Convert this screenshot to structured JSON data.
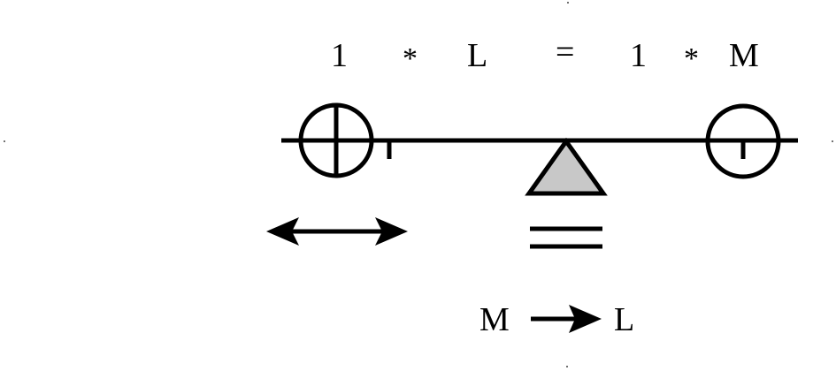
{
  "equation": {
    "left_coeff": "1",
    "left_op": "*",
    "left_var": "L",
    "equals": "=",
    "right_coeff": "1",
    "right_op": "*",
    "right_var": "M"
  },
  "conversion": {
    "from": "M",
    "to": "L"
  },
  "colors": {
    "ink": "#000000",
    "fulcrum_fill": "#c8c8c8",
    "background": "#ffffff"
  }
}
